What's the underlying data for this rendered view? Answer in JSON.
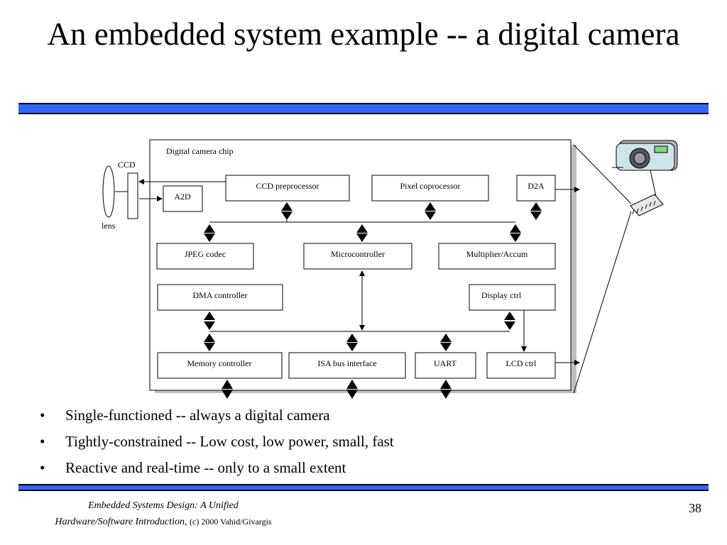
{
  "slide": {
    "title": "An embedded system example -- a digital camera",
    "page_number": "38"
  },
  "diagram": {
    "chip_label": "Digital camera chip",
    "ccd_label": "CCD",
    "lens_label": "lens",
    "blocks": {
      "ccd_pre": "CCD preprocessor",
      "pixel_co": "Pixel coprocessor",
      "a2d": "A2D",
      "d2a": "D2A",
      "jpeg": "JPEG codec",
      "micro": "Microcontroller",
      "mult": "Multiplier/Accum",
      "dma": "DMA controller",
      "display": "Display ctrl",
      "memctrl": "Memory controller",
      "isa": "ISA bus interface",
      "uart": "UART",
      "lcd": "LCD ctrl"
    },
    "icons": [
      "camera-icon",
      "chip-icon"
    ]
  },
  "bullets": [
    "Single-functioned -- always a digital camera",
    "Tightly-constrained -- Low cost, low power, small, fast",
    "Reactive and real-time -- only to a small extent"
  ],
  "footer": {
    "book_italic_1": "Embedded Systems Design: A Unified",
    "book_italic_2": "Hardware/Software Introduction,",
    "copyright": "(c) 2000 Vahid/Givargis"
  },
  "colors": {
    "accent_bar": "#3366ff"
  }
}
